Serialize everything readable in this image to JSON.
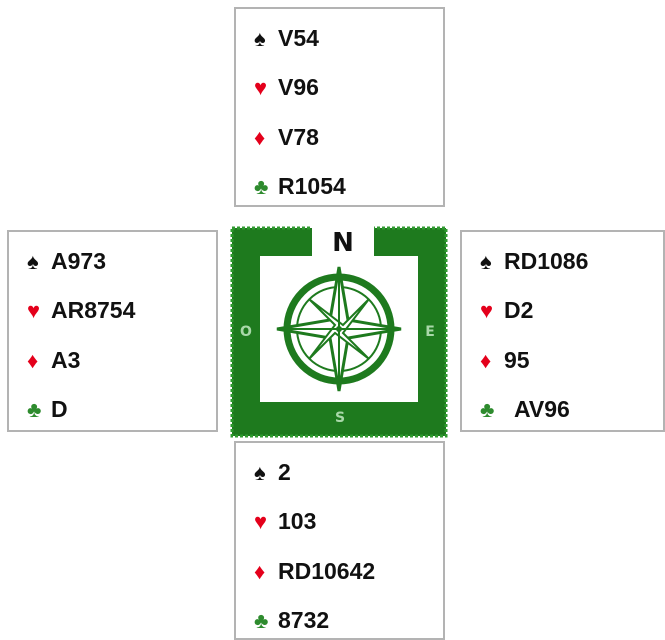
{
  "colors": {
    "spade": "#111111",
    "heart": "#e4001b",
    "diamond": "#e4001b",
    "club": "#2e8b2e",
    "compass_green": "#1e7a1e"
  },
  "suit_symbols": {
    "spade": "♠",
    "heart": "♥",
    "diamond": "♦",
    "club": "♣"
  },
  "compass": {
    "north_label": "N",
    "south_label": "S",
    "east_label": "E",
    "west_label": "O"
  },
  "hands": {
    "north": {
      "spades": "V54",
      "hearts": "V96",
      "diamonds": "V78",
      "clubs": "R1054"
    },
    "west": {
      "spades": "A973",
      "hearts": "AR8754",
      "diamonds": "A3",
      "clubs": "D"
    },
    "east": {
      "spades": "RD1086",
      "hearts": "D2",
      "diamonds": "95",
      "clubs": "AV96"
    },
    "south": {
      "spades": "2",
      "hearts": "103",
      "diamonds": "RD10642",
      "clubs": "8732"
    }
  }
}
